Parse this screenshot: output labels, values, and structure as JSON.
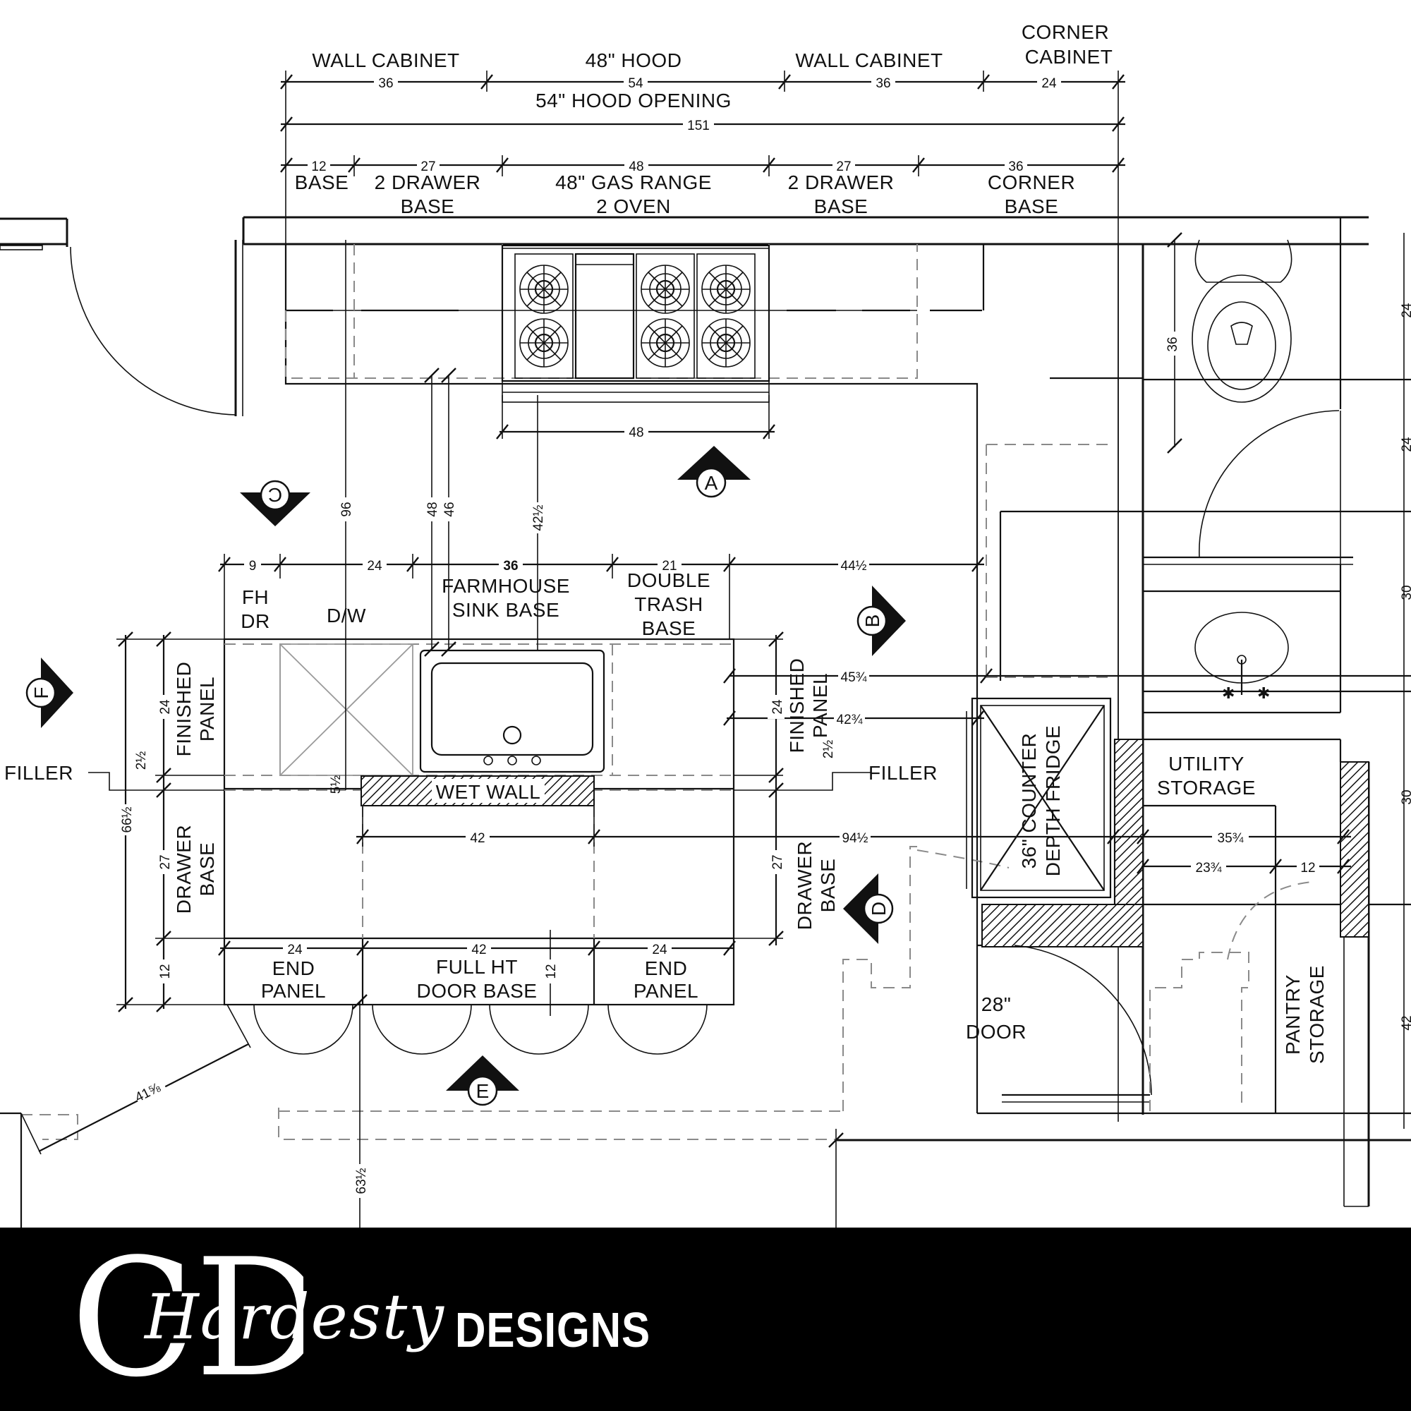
{
  "labels": {
    "wall_cabinet_left": "WALL CABINET",
    "hood": "48\" HOOD",
    "wall_cabinet_right": "WALL CABINET",
    "corner_cabinet_1": "CORNER",
    "corner_cabinet_2": "CABINET",
    "hood_opening": "54\" HOOD OPENING",
    "base": "BASE",
    "two_drawer_base_left_1": "2 DRAWER",
    "two_drawer_base_left_2": "BASE",
    "gas_range_1": "48\" GAS RANGE",
    "gas_range_2": "2 OVEN",
    "two_drawer_base_right_1": "2 DRAWER",
    "two_drawer_base_right_2": "BASE",
    "corner_base_1": "CORNER",
    "corner_base_2": "BASE",
    "fh_dr_1": "FH",
    "fh_dr_2": "DR",
    "dw": "D/W",
    "farmhouse_1": "FARMHOUSE",
    "farmhouse_2": "SINK BASE",
    "double_trash_1": "DOUBLE",
    "double_trash_2": "TRASH",
    "double_trash_3": "BASE",
    "finished_panel_left_1": "FINISHED",
    "finished_panel_left_2": "PANEL",
    "finished_panel_right_1": "FINISHED",
    "finished_panel_right_2": "PANEL",
    "filler_left": "FILLER",
    "filler_right": "FILLER",
    "wet_wall": "WET WALL",
    "drawer_base_left_1": "DRAWER",
    "drawer_base_left_2": "BASE",
    "drawer_base_right_1": "DRAWER",
    "drawer_base_right_2": "BASE",
    "end_panel_left_1": "END",
    "end_panel_left_2": "PANEL",
    "full_ht_1": "FULL HT",
    "full_ht_2": "DOOR BASE",
    "end_panel_right_1": "END",
    "end_panel_right_2": "PANEL",
    "fridge_1": "36\" COUNTER",
    "fridge_2": "DEPTH FRIDGE",
    "utility_1": "UTILITY",
    "utility_2": "STORAGE",
    "door_1": "28\"",
    "door_2": "DOOR",
    "pantry_1": "PANTRY",
    "pantry_2": "STORAGE"
  },
  "dims": {
    "d36a": "36",
    "d54": "54",
    "d36b": "36",
    "d24a": "24",
    "d151": "151",
    "d12a": "12",
    "d27a": "27",
    "d48a": "48",
    "d27b": "27",
    "d36c": "36",
    "d48b": "48",
    "d36toilet": "36",
    "d96": "96",
    "d48c": "48",
    "d46": "46",
    "d42half": "42½",
    "d9": "9",
    "d24b": "24",
    "d36d": "36",
    "d21": "21",
    "d44half": "44½",
    "d45_3q": "45¾",
    "d42_3q": "42¾",
    "d24c": "24",
    "d24d": "24",
    "d2half_l": "2½",
    "d2half_r": "2½",
    "d5half": "5½",
    "d66half": "66½",
    "d42a": "42",
    "d94half": "94½",
    "d35_3q": "35¾",
    "d23_3q": "23¾",
    "d12b": "12",
    "d27c": "27",
    "d27d": "27",
    "d12c": "12",
    "d24e": "24",
    "d42b": "42",
    "d24f": "24",
    "d12d": "12",
    "d41_5_8": "41⅝",
    "d63half": "63½",
    "d24edge1": "24",
    "d24edge2": "24",
    "d30edge": "30",
    "d30edge2": "30",
    "d42edge": "42"
  },
  "elevation_markers": {
    "a": "A",
    "b": "B",
    "c": "C",
    "d": "D",
    "e": "E",
    "f": "F"
  },
  "logo": {
    "monogram": "CD",
    "script": "Hardesty",
    "word": "DESIGNS"
  }
}
